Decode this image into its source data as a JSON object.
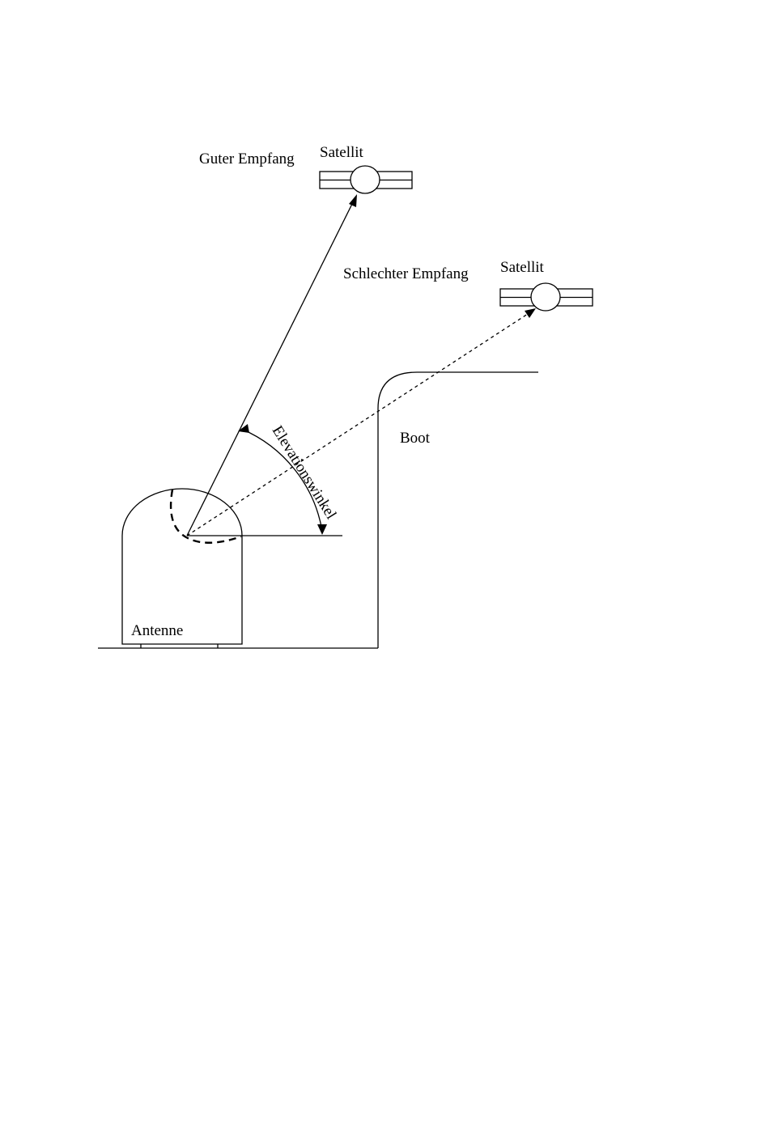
{
  "labels": {
    "good_reception": "Guter Empfang",
    "bad_reception": "Schlechter Empfang",
    "satellite_good": "Satellit",
    "satellite_bad": "Satellit",
    "elevation_angle": "Elevationswinkel",
    "boat": "Boot",
    "antenna": "Antenne"
  }
}
